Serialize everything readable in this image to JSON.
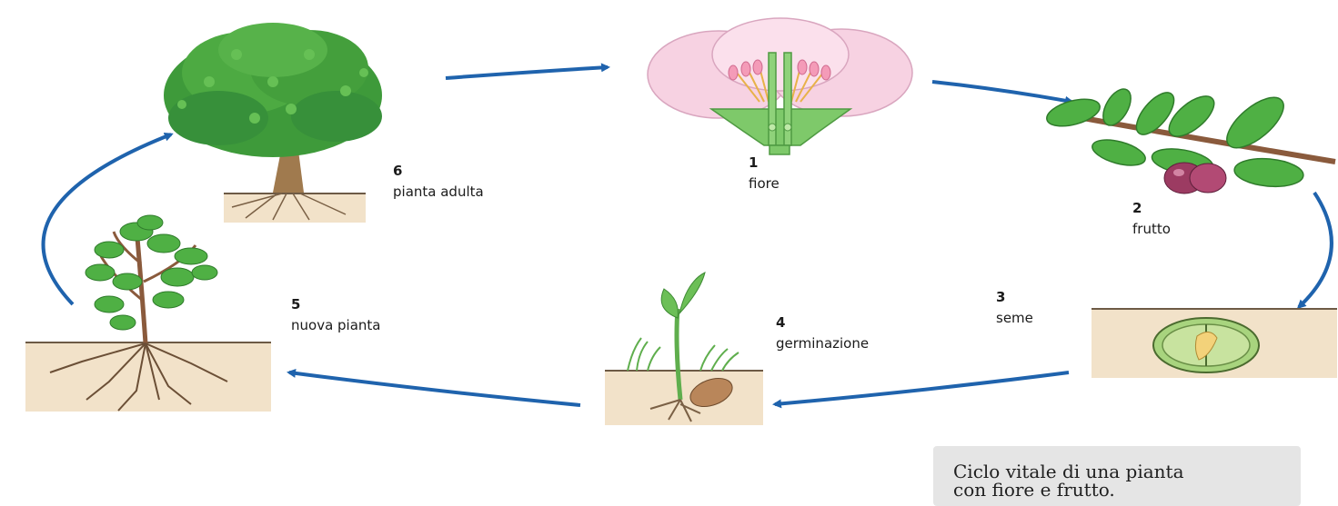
{
  "stages": [
    {
      "number": "1",
      "label": "fiore"
    },
    {
      "number": "2",
      "label": "frutto"
    },
    {
      "number": "3",
      "label": "seme"
    },
    {
      "number": "4",
      "label": "germinazione"
    },
    {
      "number": "5",
      "label": "nuova pianta"
    },
    {
      "number": "6",
      "label": "pianta adulta"
    }
  ],
  "caption": "Ciclo vitale di una pianta\ncon fiore e frutto.",
  "colors": {
    "arrow": "#1f63ad",
    "soil": "#f2e2c9",
    "leaf": "#3e9a3a",
    "petal": "#f7d2e2",
    "trunk": "#a07a4e",
    "caption_bg": "#e5e5e5"
  }
}
